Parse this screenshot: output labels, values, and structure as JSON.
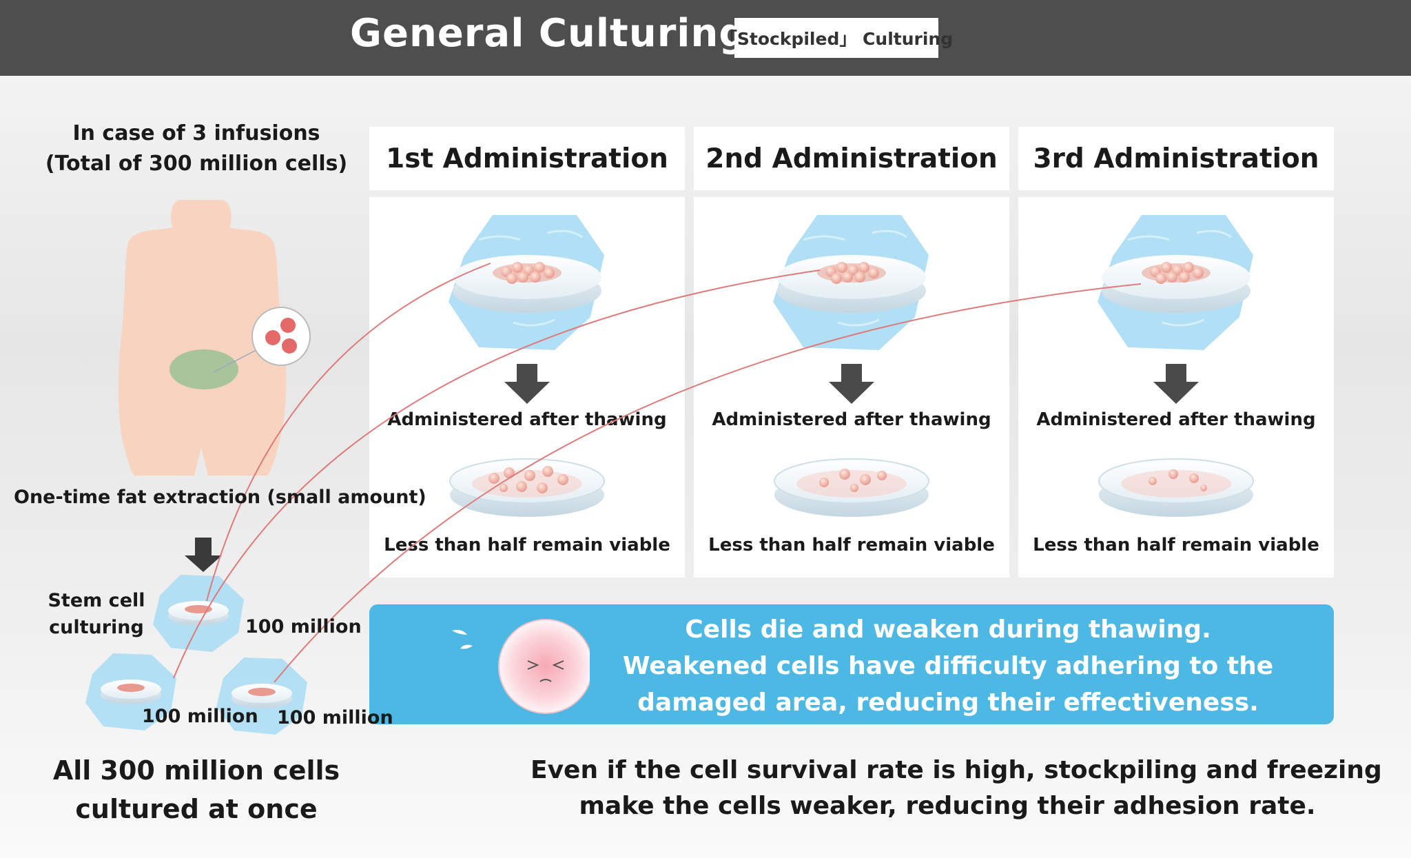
{
  "header": {
    "title": "General Culturing",
    "tag": "「Stockpiled」 Culturing"
  },
  "case_info": {
    "line1": "In case of 3 infusions",
    "line2": "(Total of 300 million cells)"
  },
  "extraction_label": "One-time fat extraction (small amount)",
  "stem_cell_label": {
    "line1": "Stem cell",
    "line2": "culturing"
  },
  "batches": [
    {
      "label": "100 million"
    },
    {
      "label": "100 million"
    },
    {
      "label": "100 million"
    }
  ],
  "administrations": [
    {
      "title": "1st Administration",
      "step": "Administered after thawing",
      "result": "Less than half remain viable"
    },
    {
      "title": "2nd Administration",
      "step": "Administered after thawing",
      "result": "Less than half remain viable"
    },
    {
      "title": "3rd Administration",
      "step": "Administered after thawing",
      "result": "Less than half remain viable"
    }
  ],
  "info_box": {
    "line1": "Cells die and weaken during thawing.",
    "line2": "Weakened cells have difficulty adhering to the",
    "line3": "damaged area, reducing their effectiveness."
  },
  "bottom_left": {
    "line1": "All 300 million cells",
    "line2": "cultured at once"
  },
  "bottom_right": {
    "line1": "Even if the cell survival rate is high, stockpiling and freezing",
    "line2": "make the cells weaker, reducing their adhesion rate."
  },
  "colors": {
    "header_bg": "#4e4e4e",
    "info_box": "#4eb8e5",
    "ice": "#a8dcf5",
    "body_silhouette": "#f9cfb8",
    "fat_area": "#a9c49a",
    "arrow": "#4a4a4a",
    "connector_line": "#e07a7a"
  }
}
